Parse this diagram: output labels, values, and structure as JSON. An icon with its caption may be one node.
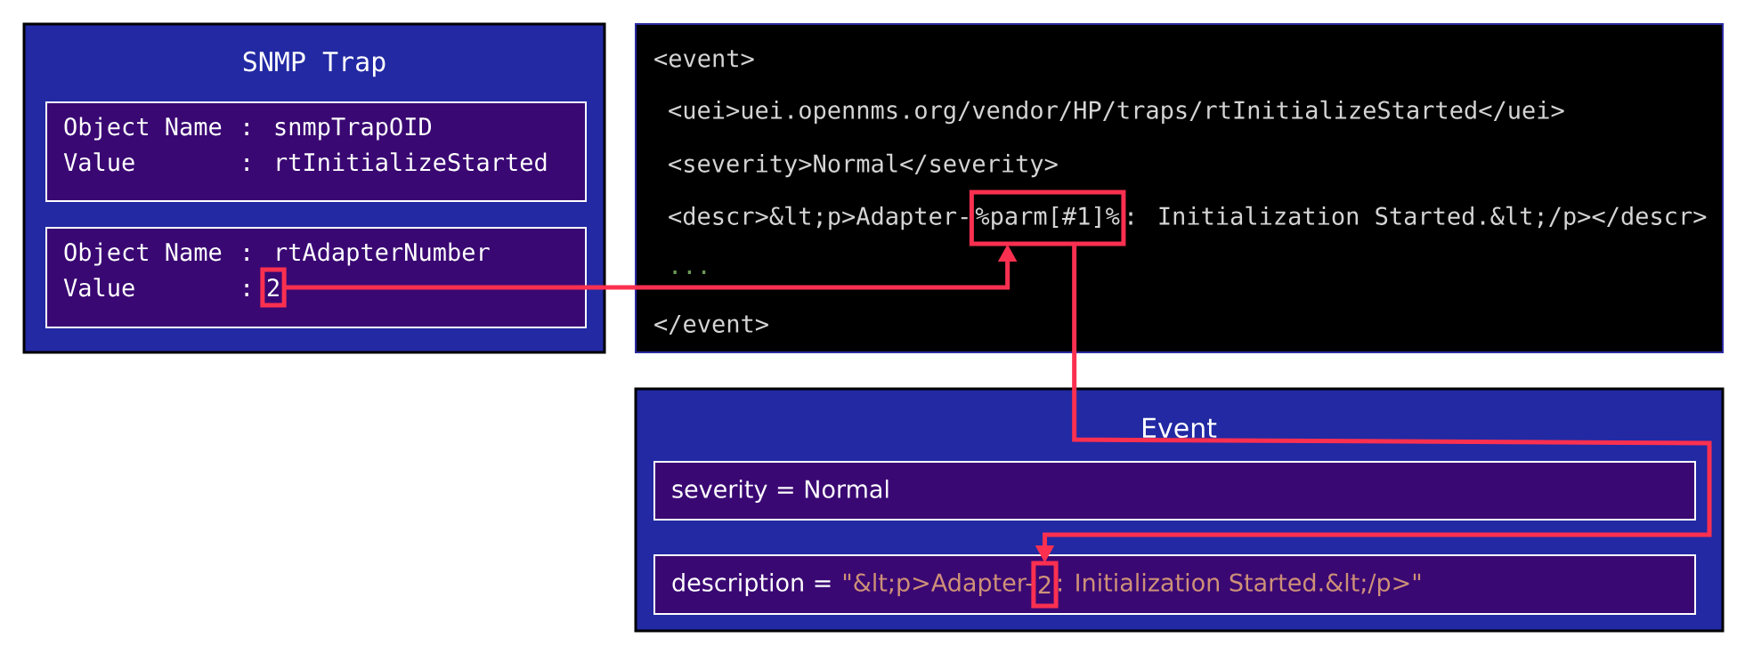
{
  "diagram": {
    "nodes": [
      {
        "text": [
          "SNMP Trap"
        ]
      },
      {
        "text": [
          "Object Name",
          ": snmpTrapOID",
          "Value",
          ": rtInitializeStarted"
        ],
        "in": 0
      },
      {
        "text": [
          "Object Name",
          ": rtAdapterNumber",
          "Value",
          ":"
        ],
        "in": 0
      },
      {
        "text": [
          "2"
        ],
        "in": 2
      },
      {
        "text": [
          "<event>",
          "<uei>uei.opennms.org/vendor/HP/traps/rtInitializeStarted</uei>",
          "<severity>Normal</severity>",
          "<descr>&lt;p>Adapter-",
          ": Initialization Started.&lt;/p></descr>",
          "...",
          "</event>"
        ]
      },
      {
        "text": [
          "%parm[#1]%"
        ],
        "in": 4
      },
      {
        "text": [
          "Event"
        ]
      },
      {
        "text": [
          "severity = Normal"
        ],
        "in": 6
      },
      {
        "text": [
          "description =",
          "\"&lt;p>Adapter-",
          ": Initialization Started.&lt;/p>\""
        ],
        "in": 6
      },
      {
        "text": [
          "2"
        ],
        "in": 8
      }
    ],
    "edges": [
      {
        "from": 3,
        "to": 5,
        "arrow": "to"
      },
      {
        "from": 5,
        "to": 9,
        "arrow": "to"
      }
    ]
  }
}
